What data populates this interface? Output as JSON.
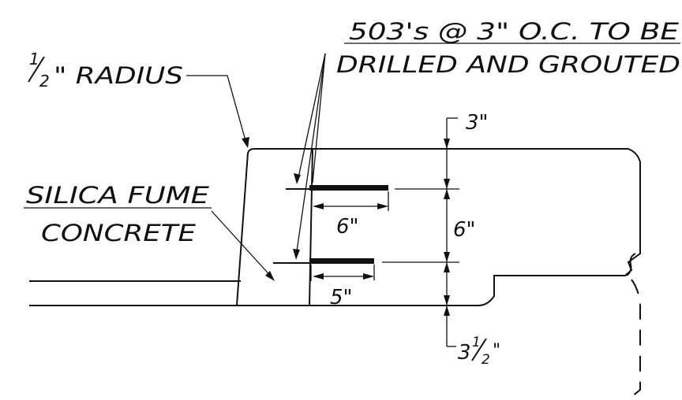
{
  "diagram": {
    "type": "section detail",
    "labels": {
      "bars_line1": "503's @ 3\" O.C. TO BE",
      "bars_line2": "DRILLED AND GROUTED",
      "radius_num": "1",
      "radius_den": "2",
      "radius_rest": "\" RADIUS",
      "silica_line1": "SILICA FUME",
      "silica_line2": "CONCRETE"
    },
    "dimensions": {
      "top_cover": "3\"",
      "bar_spacing": "6\"",
      "upper_bar_length": "6\"",
      "lower_bar_length": "5\"",
      "bottom_whole": "3",
      "bottom_num": "1",
      "bottom_den": "2",
      "bottom_inch": "\""
    }
  }
}
